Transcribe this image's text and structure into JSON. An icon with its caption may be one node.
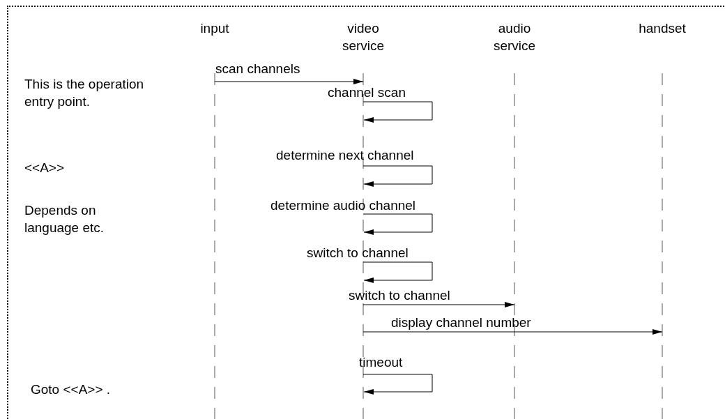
{
  "diagram": {
    "nodes": [
      {
        "text": [
          "input"
        ]
      },
      {
        "text": [
          "video service"
        ]
      },
      {
        "text": [
          "audio service"
        ]
      },
      {
        "text": [
          "handset"
        ]
      }
    ],
    "edges": [
      {
        "from": 0,
        "to": 1,
        "arrow": "to",
        "label": "scan channels"
      },
      {
        "from": 1,
        "to": 1,
        "arrow": "to",
        "label": "channel scan"
      },
      {
        "from": 1,
        "to": 1,
        "arrow": "to",
        "label": "determine next channel"
      },
      {
        "from": 1,
        "to": 1,
        "arrow": "to",
        "label": "determine audio channel"
      },
      {
        "from": 1,
        "to": 1,
        "arrow": "to",
        "label": "switch to channel"
      },
      {
        "from": 1,
        "to": 2,
        "arrow": "to",
        "label": "switch to channel"
      },
      {
        "from": 1,
        "to": 3,
        "arrow": "to",
        "label": "display channel number"
      },
      {
        "from": 1,
        "to": 1,
        "arrow": "to",
        "label": "timeout"
      }
    ],
    "labels": [
      "This is the operation entry point.",
      "<<A>>",
      "Depends on language etc.",
      "Goto <<A>> ."
    ]
  }
}
